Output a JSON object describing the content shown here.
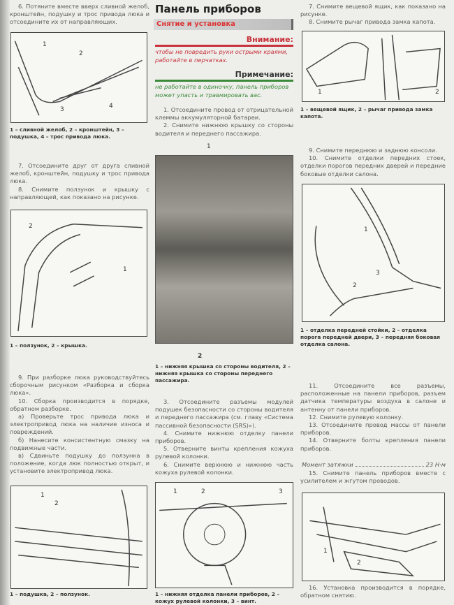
{
  "title": "Панель приборов",
  "subtitle": "Снятие и установка",
  "warning": {
    "heading": "Внимание:",
    "text": "чтобы не повредить руки острыми краями, работайте в перчатках.",
    "color": "#c8323c"
  },
  "note": {
    "heading": "Примечание:",
    "text": "не работайте в одиночку, панель приборов может упасть и травмировать вас.",
    "color": "#3a8a3a"
  },
  "left": {
    "p1": "6. Потяните вместе вверх сливной желоб, кронштейн, подушку и трос привода люка и отсоедините их от направляющих.",
    "fig1_caption": "1 – сливной желоб, 2 – кронштейн, 3 – подушка, 4 – трос привода люка.",
    "fig1_labels": [
      "1",
      "2",
      "3",
      "4"
    ],
    "p2": "7. Отсоедините друг от друга сливной желоб, кронштейн, подушку и трос привода люка.",
    "p3": "8. Снимите ползунок и крышку с направляющей, как показано на рисунке.",
    "fig2_caption": "1 – ползунок, 2 – крышка.",
    "fig2_labels": [
      "1",
      "2"
    ],
    "p4": "9. При разборке люка руководствуйтесь сборочным рисунком «Разборка и сборка люка».",
    "p5": "10. Сборка производится в порядке, обратном разборке.",
    "p6": "а) Проверьте трос привода люка и электропривод люка на наличие износа и повреждений.",
    "p7": "б) Нанесите консистентную смазку на подвижные части.",
    "p8": "в) Сдвиньте подушку до ползунка в положение, когда люк полностью открыт, и установите электропривод люка.",
    "fig3_caption": "1 – подушка, 2 – ползунок.",
    "fig3_labels": [
      "1",
      "2"
    ]
  },
  "middle": {
    "p1": "1. Отсоедините провод от отрицательной клеммы аккумуляторной батареи.",
    "p2": "2. Снимите нижнюю крышку со стороны водителя и переднего пассажира.",
    "photo_labels": [
      "1",
      "2"
    ],
    "photo_caption": "1 – нижняя крышка со стороны водителя, 2 – нижняя крышка со стороны переднего пассажира.",
    "p3": "3. Отсоедините разъемы модулей подушек безопасности со стороны водителя и переднего пассажира (см. главу «Система пассивной безопасности (SRS)»).",
    "p4": "4. Снимите нижнюю отделку панели приборов.",
    "p5": "5. Отверните винты крепления кожуха рулевой колонки.",
    "p6": "6. Снимите верхнюю и нижнюю часть кожуха рулевой колонки.",
    "fig_labels": [
      "1",
      "2",
      "3"
    ],
    "fig_caption": "1 – нижняя отделка панели приборов, 2 – кожух рулевой колонки, 3 – винт."
  },
  "right": {
    "p1": "7. Снимите вещевой ящик, как показано на рисунке.",
    "p2": "8. Снимите рычаг привода замка капота.",
    "fig1_labels": [
      "1",
      "2"
    ],
    "fig1_caption": "1 – вещевой ящик, 2 – рычаг привода замка капота.",
    "p3": "9. Снимите переднюю и заднюю консоли.",
    "p4": "10. Снимите отделки передних стоек, отделки порогов передних дверей и передние боковые отделки салона.",
    "fig2_labels": [
      "1",
      "2",
      "3"
    ],
    "fig2_caption": "1 – отделка передней стойки, 2 – отделка порога передней двери, 3 – передняя боковая отделка салона.",
    "p5": "11. Отсоедините все разъемы, расположенные на панели приборов, разъем датчика температуры воздуха в салоне и антенну от панели приборов.",
    "p6": "12. Снимите рулевую колонку.",
    "p7": "13. Отсоедините провод массы от панели приборов.",
    "p8": "14. Отверните болты крепления панели приборов.",
    "torque_label": "Момент затяжки",
    "torque_value": "23 Н·м",
    "p9": "15. Снимите панель приборов вместе с усилителем и жгутом проводов.",
    "fig3_labels": [
      "1",
      "2"
    ],
    "p10": "16. Установка производится в порядке, обратном снятию."
  }
}
